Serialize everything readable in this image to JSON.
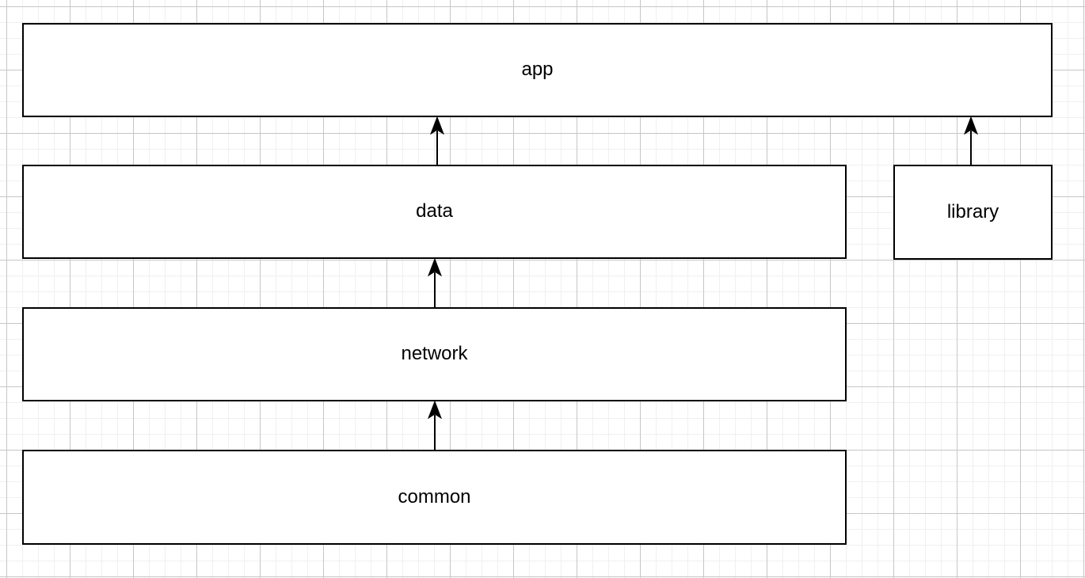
{
  "diagram": {
    "type": "module-dependency-diagram",
    "nodes": [
      {
        "id": "app",
        "label": "app"
      },
      {
        "id": "data",
        "label": "data"
      },
      {
        "id": "library",
        "label": "library"
      },
      {
        "id": "network",
        "label": "network"
      },
      {
        "id": "common",
        "label": "common"
      }
    ],
    "edges": [
      {
        "from": "data",
        "to": "app",
        "direction": "up"
      },
      {
        "from": "library",
        "to": "app",
        "direction": "up"
      },
      {
        "from": "network",
        "to": "data",
        "direction": "up"
      },
      {
        "from": "common",
        "to": "network",
        "direction": "up"
      }
    ],
    "colors": {
      "canvas_background": "#ffffff",
      "node_fill": "#ffffff",
      "node_border": "#000000",
      "label_text": "#000000",
      "arrow": "#000000",
      "grid_minor": "#f0f0f0",
      "grid_major": "#c6c6c6"
    }
  }
}
